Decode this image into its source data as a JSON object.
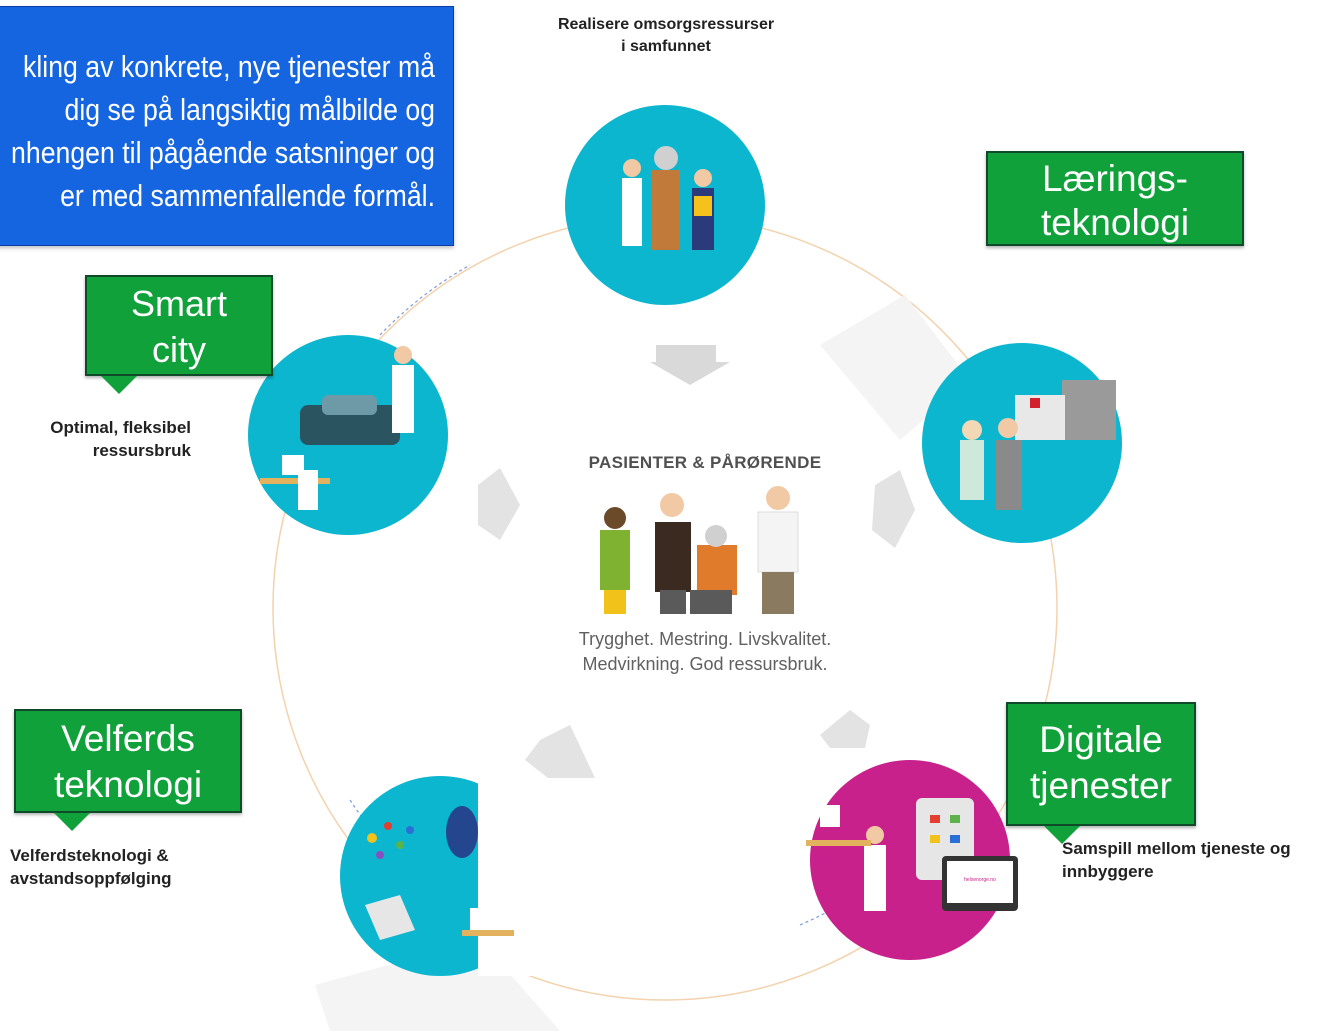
{
  "note": {
    "lines": [
      "kling av konkrete, nye tjenester må",
      "dig se på langsiktig målbilde og",
      "nhengen til pågående satsninger og",
      "er med sammenfallende formål."
    ]
  },
  "top_caption": {
    "lines": [
      "Realisere omsorgsressurser",
      "i samfunnet"
    ]
  },
  "center": {
    "title": "PASIENTER & PÅRØRENDE",
    "values": [
      "Trygghet. Mestring. Livskvalitet.",
      "Medvirkning. God ressursbruk."
    ]
  },
  "callouts": {
    "smart_city": [
      "Smart",
      "city"
    ],
    "laerings": [
      "Lærings-",
      "teknologi"
    ],
    "velferds": [
      "Velferds",
      "teknologi"
    ],
    "digitale": [
      "Digitale",
      "tjenester"
    ]
  },
  "captions": {
    "left_top": [
      "Optimal, fleksibel",
      "ressursbruk"
    ],
    "left_bottom": [
      "Velferdsteknologi &",
      "avstandsoppfølging"
    ],
    "right_bottom": [
      "Samspill mellom tjeneste og",
      "innbyggere"
    ]
  },
  "screen_text": "helsenorge.no",
  "colors": {
    "teal": "#0cb6cf",
    "magenta": "#c8218c",
    "green": "#10a13a",
    "blue_box": "#1565e0",
    "ring": "#f0c89a"
  }
}
